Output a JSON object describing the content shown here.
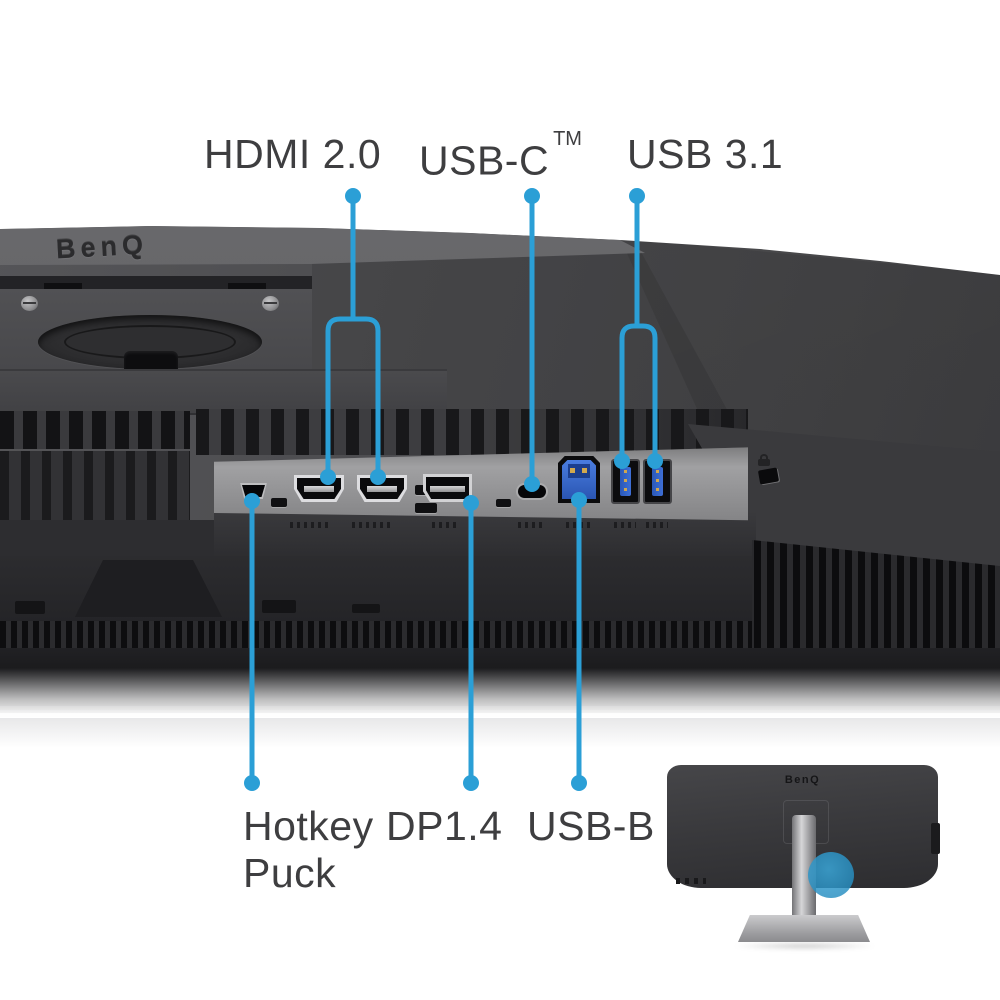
{
  "colors": {
    "background": "#ffffff",
    "callout_blue": "#2b9fd6",
    "label_text": "#3e3e40",
    "monitor_body": "#4a4a4d",
    "port_recess": "#98989a",
    "usb_connector_blue": "#2f62c4",
    "inset_highlight_blue": "#2994ca"
  },
  "branding": {
    "logo_main": "BenQ",
    "logo_inset": "BenQ"
  },
  "callouts": {
    "hdmi": {
      "label": "HDMI 2.0"
    },
    "usbc": {
      "label": "USB-C",
      "tm": "TM"
    },
    "usb31": {
      "label": "USB 3.1"
    },
    "hotkey": {
      "line1": "Hotkey",
      "line2": "Puck"
    },
    "dp": {
      "label": "DP1.4"
    },
    "usbb": {
      "label": "USB-B"
    }
  },
  "ports": [
    "mini-usb-hotkey-puck-port",
    "hdmi-port-1",
    "hdmi-port-2",
    "displayport-1-4",
    "usb-c-port",
    "usb-b-upstream-port",
    "usb-a-3-1-port-1",
    "usb-a-3-1-port-2",
    "kensington-lock-slot"
  ]
}
